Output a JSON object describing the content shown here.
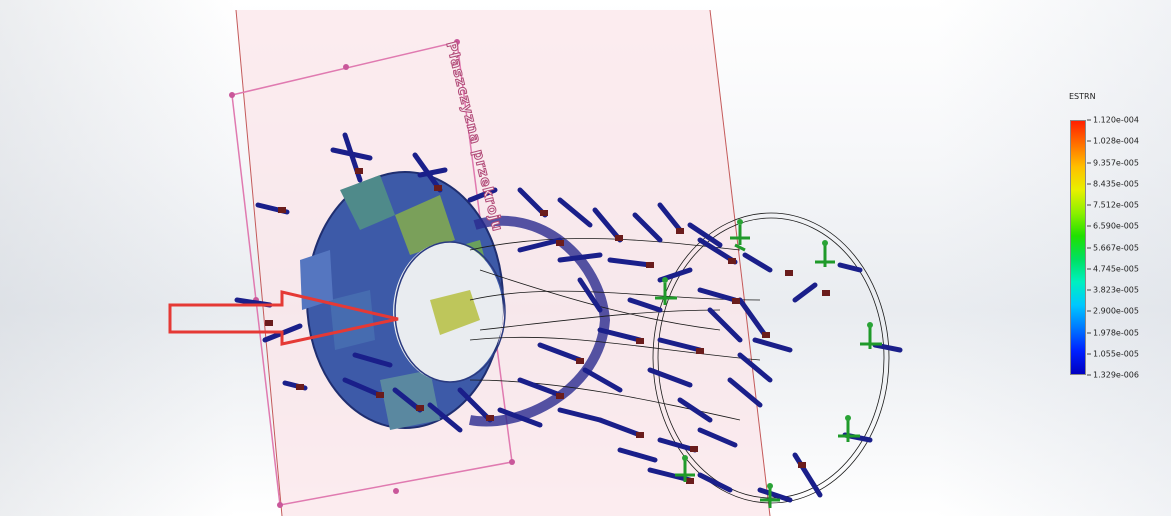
{
  "viewport": {
    "background": "#eef0f3"
  },
  "plane": {
    "label": "Płaszczyzna przekroju",
    "border_color": "#e07ab0",
    "fill": "#fce9ee"
  },
  "load_arrow": {
    "color": "#e53935"
  },
  "legend": {
    "title": "ESTRN",
    "colors": [
      "#ff2000",
      "#ff7000",
      "#ffc000",
      "#e8f000",
      "#8cf000",
      "#20e000",
      "#00e060",
      "#00f0c0",
      "#00c8ff",
      "#0078ff",
      "#0020ff",
      "#0000c0"
    ],
    "ticks": [
      "1.120e-004",
      "1.028e-004",
      "9.357e-005",
      "8.435e-005",
      "7.512e-005",
      "6.590e-005",
      "5.667e-005",
      "4.745e-005",
      "3.823e-005",
      "2.900e-005",
      "1.978e-005",
      "1.055e-005",
      "1.329e-006"
    ]
  }
}
